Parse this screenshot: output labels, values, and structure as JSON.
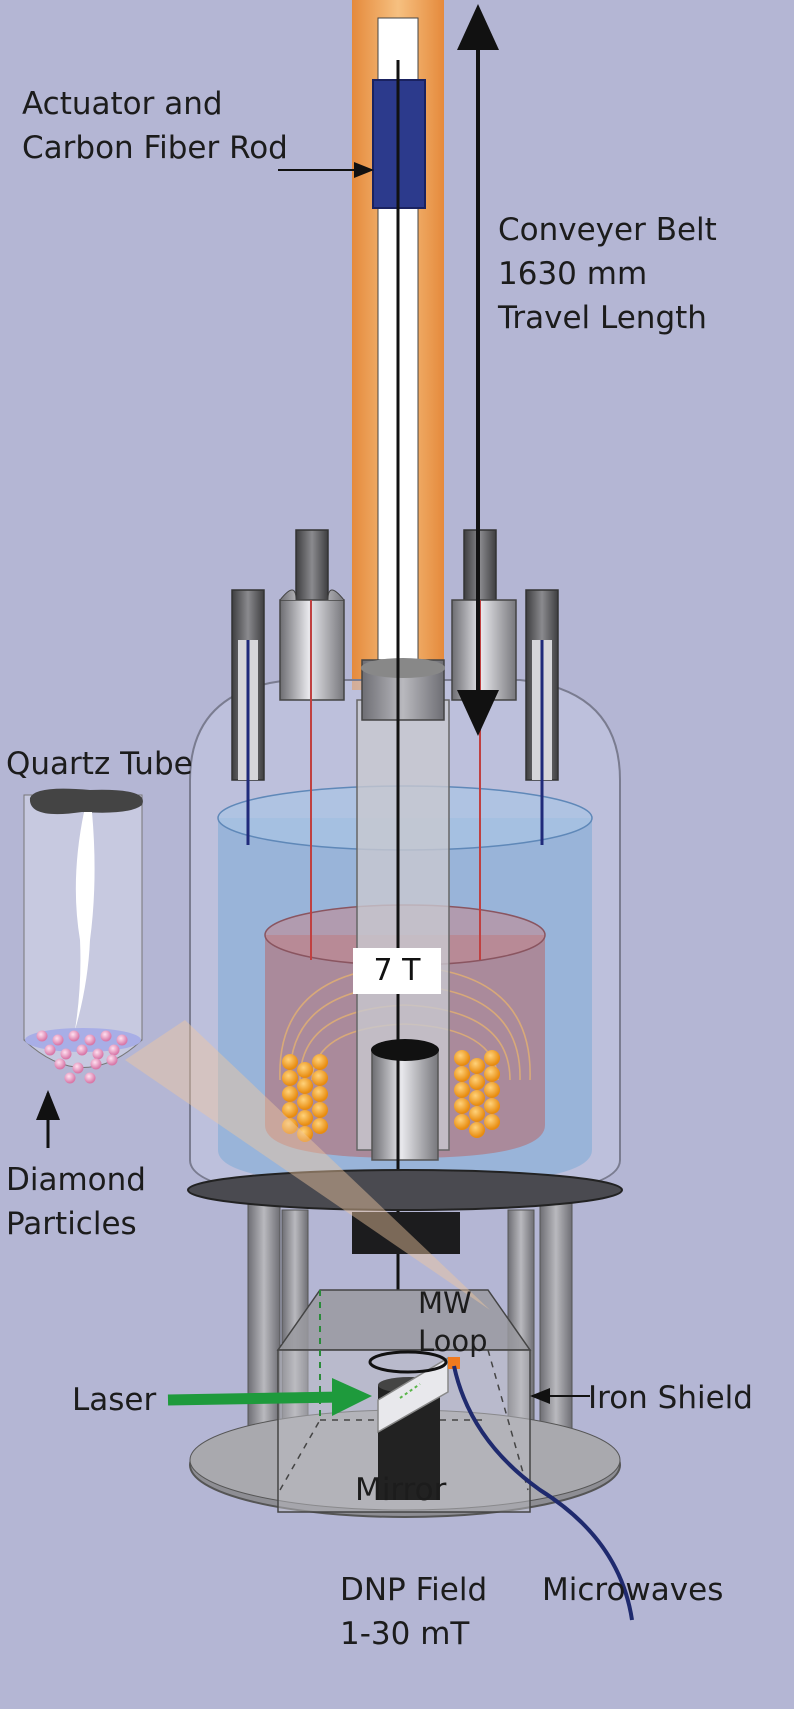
{
  "labels": {
    "actuator": [
      "Actuator and",
      "Carbon Fiber Rod"
    ],
    "conveyer": [
      "Conveyer Belt",
      "1630 mm",
      "Travel Length"
    ],
    "quartz": "Quartz Tube",
    "diamond": [
      "Diamond",
      "Particles"
    ],
    "field": "7 T",
    "mw_loop": [
      "MW",
      "Loop"
    ],
    "laser": "Laser",
    "iron_shield": "Iron Shield",
    "mirror": "Mirror",
    "dnp_field": [
      "DNP Field",
      "1-30 mT"
    ],
    "microwaves": "Microwaves"
  },
  "colors": {
    "background": "#b4b6d4",
    "actuator_tube": "#e8a050",
    "actuator_block": "#2c3a8c",
    "helium_bath": "#8eb0d8",
    "magnet_coil": "#b07880",
    "coil_wires": "#f5a11e",
    "laser_arrow": "#1e9a3c",
    "microwave_cable": "#1f2a6e"
  }
}
